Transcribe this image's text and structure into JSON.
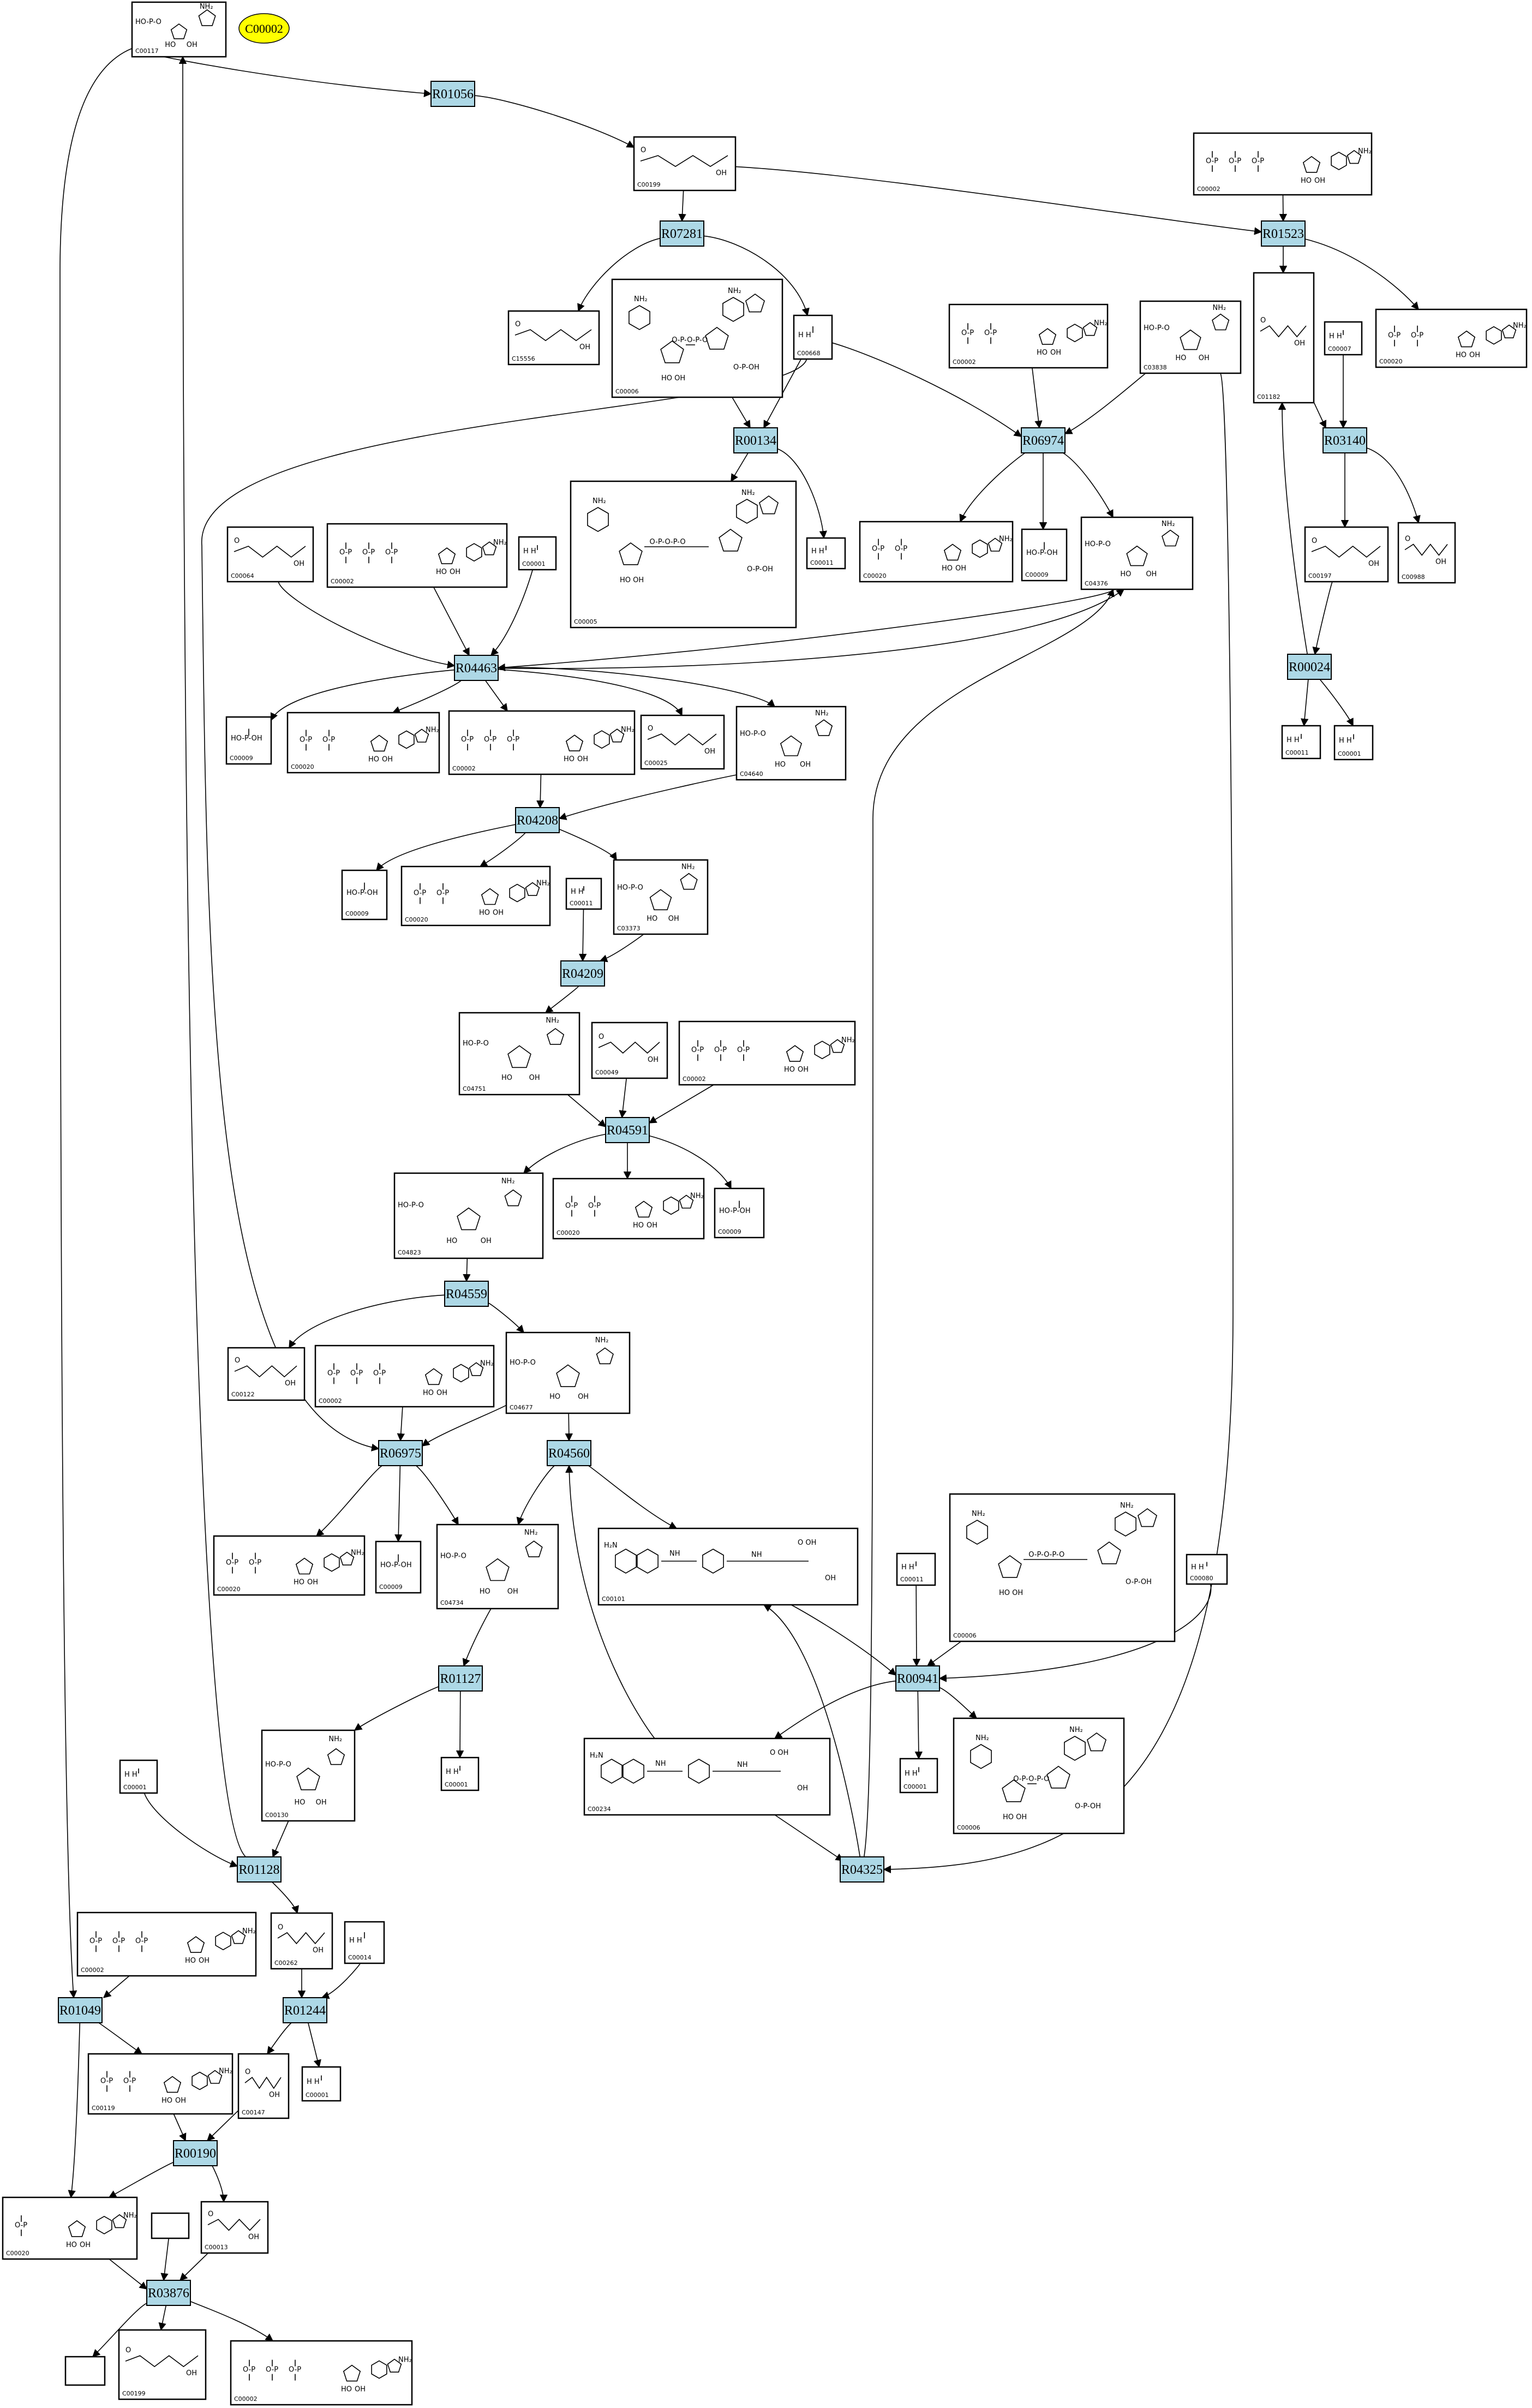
{
  "highlight": {
    "label": "C00002"
  },
  "reactions": [
    {
      "id": "R01056"
    },
    {
      "id": "R07281"
    },
    {
      "id": "R01523"
    },
    {
      "id": "R00134"
    },
    {
      "id": "R06974"
    },
    {
      "id": "R03140"
    },
    {
      "id": "R04463"
    },
    {
      "id": "R00024"
    },
    {
      "id": "R04208"
    },
    {
      "id": "R04209"
    },
    {
      "id": "R04591"
    },
    {
      "id": "R04559"
    },
    {
      "id": "R06975"
    },
    {
      "id": "R04560"
    },
    {
      "id": "R00941"
    },
    {
      "id": "R01127"
    },
    {
      "id": "R01128"
    },
    {
      "id": "R04325"
    },
    {
      "id": "R01049"
    },
    {
      "id": "R01244"
    },
    {
      "id": "R00190"
    },
    {
      "id": "R03876"
    }
  ],
  "compounds": [
    {
      "key": "c117",
      "id": "C00117"
    },
    {
      "key": "c199",
      "id": "C00199"
    },
    {
      "key": "c002a",
      "id": "C00002"
    },
    {
      "key": "c15556",
      "id": "C15556"
    },
    {
      "key": "c006a",
      "id": "C00006"
    },
    {
      "key": "c668",
      "id": "C00668"
    },
    {
      "key": "c002b",
      "id": "C00002"
    },
    {
      "key": "c3838",
      "id": "C03838"
    },
    {
      "key": "c1182",
      "id": "C01182"
    },
    {
      "key": "c007",
      "id": "C00007"
    },
    {
      "key": "c020a",
      "id": "C00020"
    },
    {
      "key": "c005",
      "id": "C00005"
    },
    {
      "key": "c011a",
      "id": "C00011"
    },
    {
      "key": "c064",
      "id": "C00064"
    },
    {
      "key": "c002c",
      "id": "C00002"
    },
    {
      "key": "c001a",
      "id": "C00001"
    },
    {
      "key": "c020b",
      "id": "C00020"
    },
    {
      "key": "c009a",
      "id": "C00009"
    },
    {
      "key": "c4376",
      "id": "C04376"
    },
    {
      "key": "c197",
      "id": "C00197"
    },
    {
      "key": "c988",
      "id": "C00988"
    },
    {
      "key": "c011b",
      "id": "C00011"
    },
    {
      "key": "c001b",
      "id": "C00001"
    },
    {
      "key": "c009b",
      "id": "C00009"
    },
    {
      "key": "c020c",
      "id": "C00020"
    },
    {
      "key": "c002d",
      "id": "C00002"
    },
    {
      "key": "c025",
      "id": "C00025"
    },
    {
      "key": "c4640",
      "id": "C04640"
    },
    {
      "key": "c009c",
      "id": "C00009"
    },
    {
      "key": "c020d",
      "id": "C00020"
    },
    {
      "key": "c011c",
      "id": "C00011"
    },
    {
      "key": "c3373",
      "id": "C03373"
    },
    {
      "key": "c4751",
      "id": "C04751"
    },
    {
      "key": "c049",
      "id": "C00049"
    },
    {
      "key": "c002e",
      "id": "C00002"
    },
    {
      "key": "c4823",
      "id": "C04823"
    },
    {
      "key": "c020e",
      "id": "C00020"
    },
    {
      "key": "c009d",
      "id": "C00009"
    },
    {
      "key": "c122",
      "id": "C00122"
    },
    {
      "key": "c002f",
      "id": "C00002"
    },
    {
      "key": "c4677",
      "id": "C04677"
    },
    {
      "key": "c006b",
      "id": "C00006"
    },
    {
      "key": "c011d",
      "id": "C00011"
    },
    {
      "key": "c080",
      "id": "C00080"
    },
    {
      "key": "c101",
      "id": "C00101"
    },
    {
      "key": "c020f",
      "id": "C00020"
    },
    {
      "key": "c009e",
      "id": "C00009"
    },
    {
      "key": "c4734",
      "id": "C04734"
    },
    {
      "key": "c234",
      "id": "C00234"
    },
    {
      "key": "c001c",
      "id": "C00001"
    },
    {
      "key": "c006c",
      "id": "C00006"
    },
    {
      "key": "c001d",
      "id": "C00001"
    },
    {
      "key": "c130",
      "id": "C00130"
    },
    {
      "key": "c001e",
      "id": "C00001"
    },
    {
      "key": "c002g",
      "id": "C00002"
    },
    {
      "key": "c262",
      "id": "C00262"
    },
    {
      "key": "c014",
      "id": "C00014"
    },
    {
      "key": "c119",
      "id": "C00119"
    },
    {
      "key": "c147",
      "id": "C00147"
    },
    {
      "key": "c001f",
      "id": "C00001"
    },
    {
      "key": "c020g",
      "id": "C00020"
    },
    {
      "key": "c013",
      "id": "C00013"
    },
    {
      "key": "cblank1",
      "id": ""
    },
    {
      "key": "cblank2",
      "id": ""
    },
    {
      "key": "c199b",
      "id": "C00199"
    },
    {
      "key": "c002h",
      "id": "C00002"
    }
  ]
}
